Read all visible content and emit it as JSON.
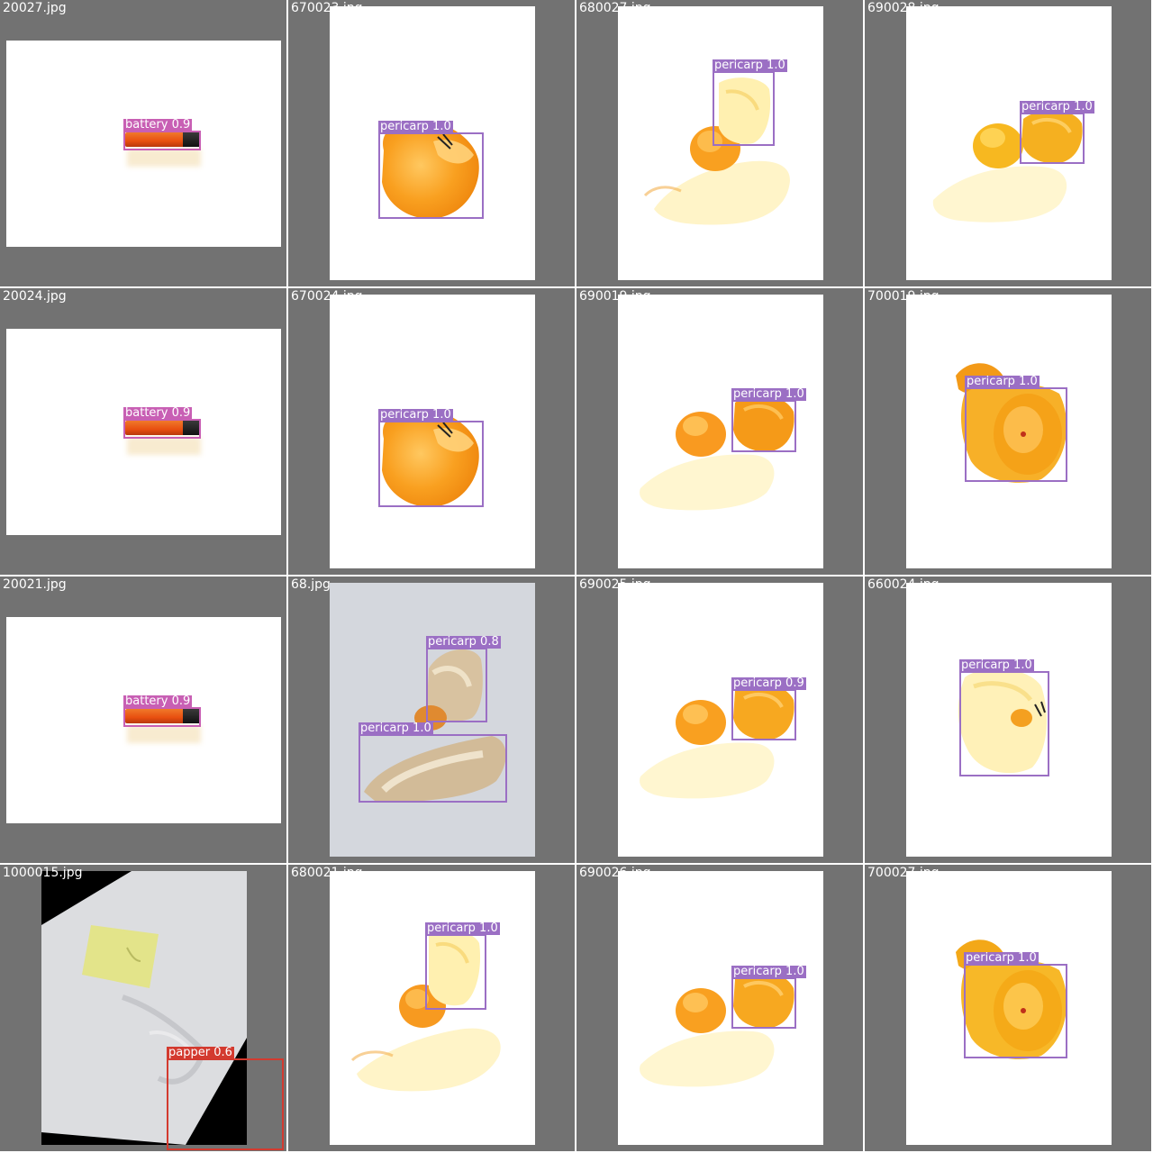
{
  "colors": {
    "tile_background": "#727272",
    "pericarp": "#9b6fc4",
    "battery": "#c85fb4",
    "papper": "#d33a2f"
  },
  "tiles": [
    {
      "filename": "20027.jpg",
      "detections": [
        {
          "label": "battery 0.9"
        }
      ]
    },
    {
      "filename": "670023.jpg",
      "detections": [
        {
          "label": "pericarp 1.0"
        }
      ]
    },
    {
      "filename": "680027.jpg",
      "detections": [
        {
          "label": "pericarp 1.0"
        }
      ]
    },
    {
      "filename": "690028.jpg",
      "detections": [
        {
          "label": "pericarp 1.0"
        }
      ]
    },
    {
      "filename": "20024.jpg",
      "detections": [
        {
          "label": "battery 0.9"
        }
      ]
    },
    {
      "filename": "670024.jpg",
      "detections": [
        {
          "label": "pericarp 1.0"
        }
      ]
    },
    {
      "filename": "690019.jpg",
      "detections": [
        {
          "label": "pericarp 1.0"
        }
      ]
    },
    {
      "filename": "700019.jpg",
      "detections": [
        {
          "label": "pericarp 1.0"
        }
      ]
    },
    {
      "filename": "20021.jpg",
      "detections": [
        {
          "label": "battery 0.9"
        }
      ]
    },
    {
      "filename": "68.jpg",
      "detections": [
        {
          "label": "pericarp 0.8"
        },
        {
          "label": "pericarp 1.0"
        }
      ]
    },
    {
      "filename": "690025.jpg",
      "detections": [
        {
          "label": "pericarp 0.9"
        }
      ]
    },
    {
      "filename": "660024.jpg",
      "detections": [
        {
          "label": "pericarp 1.0"
        }
      ]
    },
    {
      "filename": "1000015.jpg",
      "detections": [
        {
          "label": "papper 0.6"
        }
      ]
    },
    {
      "filename": "680021.jpg",
      "detections": [
        {
          "label": "pericarp 1.0"
        }
      ]
    },
    {
      "filename": "690026.jpg",
      "detections": [
        {
          "label": "pericarp 1.0"
        }
      ]
    },
    {
      "filename": "700027.jpg",
      "detections": [
        {
          "label": "pericarp 1.0"
        }
      ]
    }
  ]
}
